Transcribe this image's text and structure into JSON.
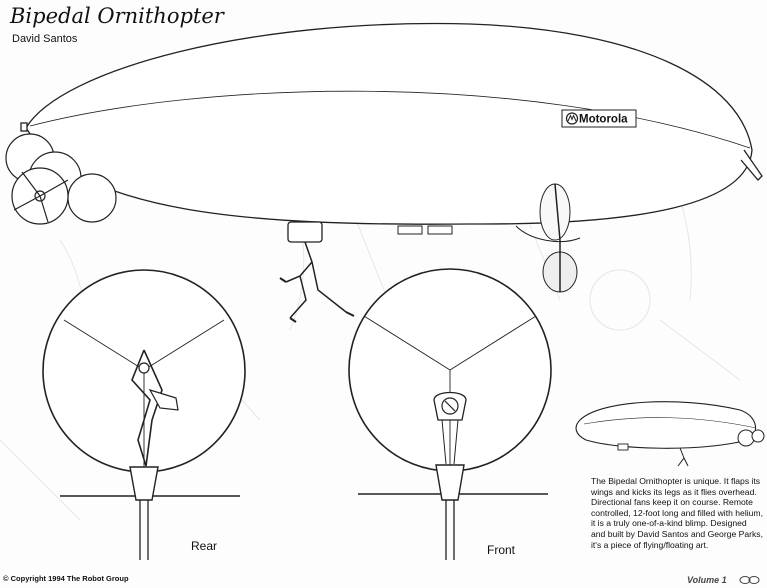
{
  "header": {
    "title": "Bipedal Ornithopter",
    "author": "David Santos"
  },
  "blimp": {
    "logo_text": "Motorola"
  },
  "views": {
    "rear_label": "Rear",
    "front_label": "Front"
  },
  "description": "The Bipedal Ornithopter is unique. It flaps its wings and kicks its legs as it flies overhead.  Directional fans keep it on course. Remote controlled, 12-foot long and filled with helium, it is a truly one-of-a-kind blimp. Designed and built by David Santos and George Parks, it's a piece of flying/floating art.",
  "footer": {
    "copyright": "© Copyright 1994 The Robot Group",
    "volume": "Volume 1"
  }
}
